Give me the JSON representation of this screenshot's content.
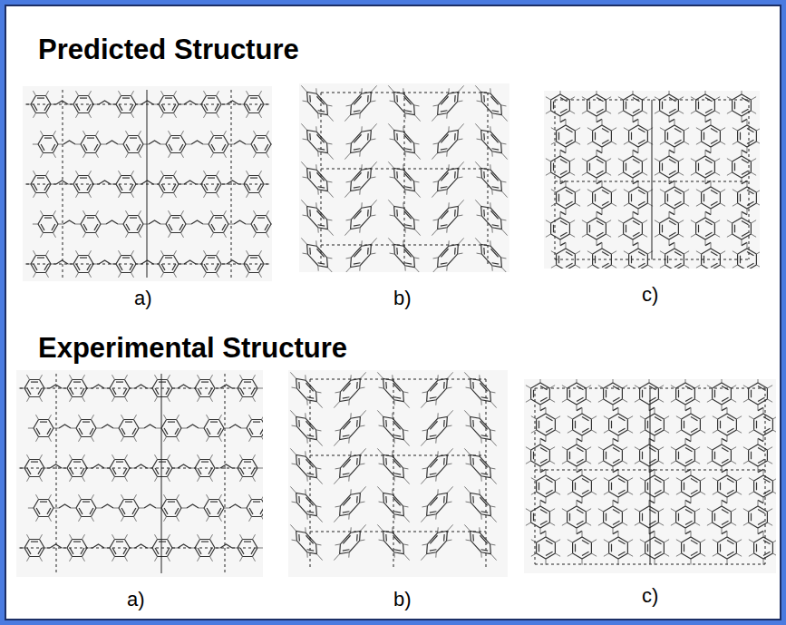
{
  "diagram": {
    "labels": [
      "Predicted Structure",
      "a)",
      "b)",
      "c)",
      "Experimental Structure",
      "a)",
      "b)",
      "c)"
    ]
  }
}
